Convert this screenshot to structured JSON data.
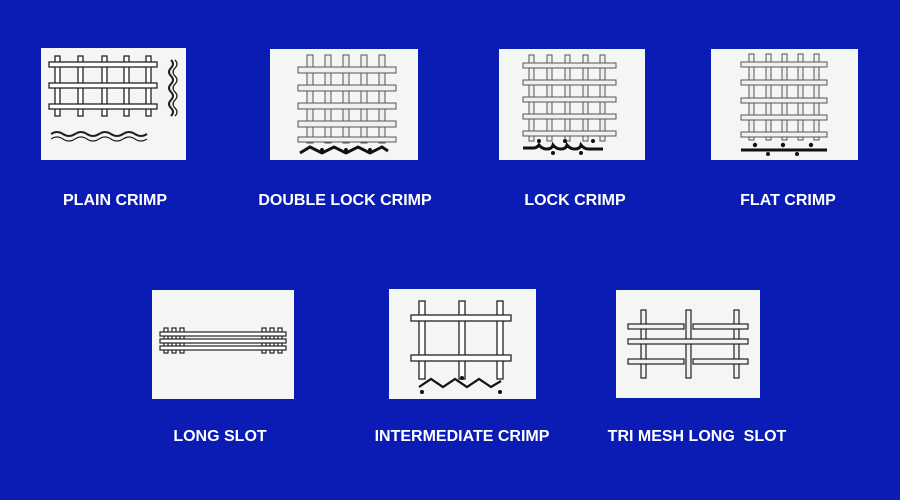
{
  "background_color": "#0a1cb4",
  "panel_color": "#f4f6f4",
  "label_color": "#ffffff",
  "weaves": [
    {
      "id": "plain-crimp",
      "label": "PLAIN CRIMP",
      "icon": "plain-crimp-diagram"
    },
    {
      "id": "double-lock-crimp",
      "label": "DOUBLE LOCK CRIMP",
      "icon": "double-lock-crimp-diagram"
    },
    {
      "id": "lock-crimp",
      "label": "LOCK CRIMP",
      "icon": "lock-crimp-diagram"
    },
    {
      "id": "flat-crimp",
      "label": "FLAT CRIMP",
      "icon": "flat-crimp-diagram"
    },
    {
      "id": "long-slot",
      "label": "LONG SLOT",
      "icon": "long-slot-diagram"
    },
    {
      "id": "intermediate-crimp",
      "label": "INTERMEDIATE CRIMP",
      "icon": "intermediate-crimp-diagram"
    },
    {
      "id": "tri-mesh-long-slot",
      "label": "TRI MESH LONG  SLOT",
      "icon": "tri-mesh-long-slot-diagram"
    }
  ]
}
